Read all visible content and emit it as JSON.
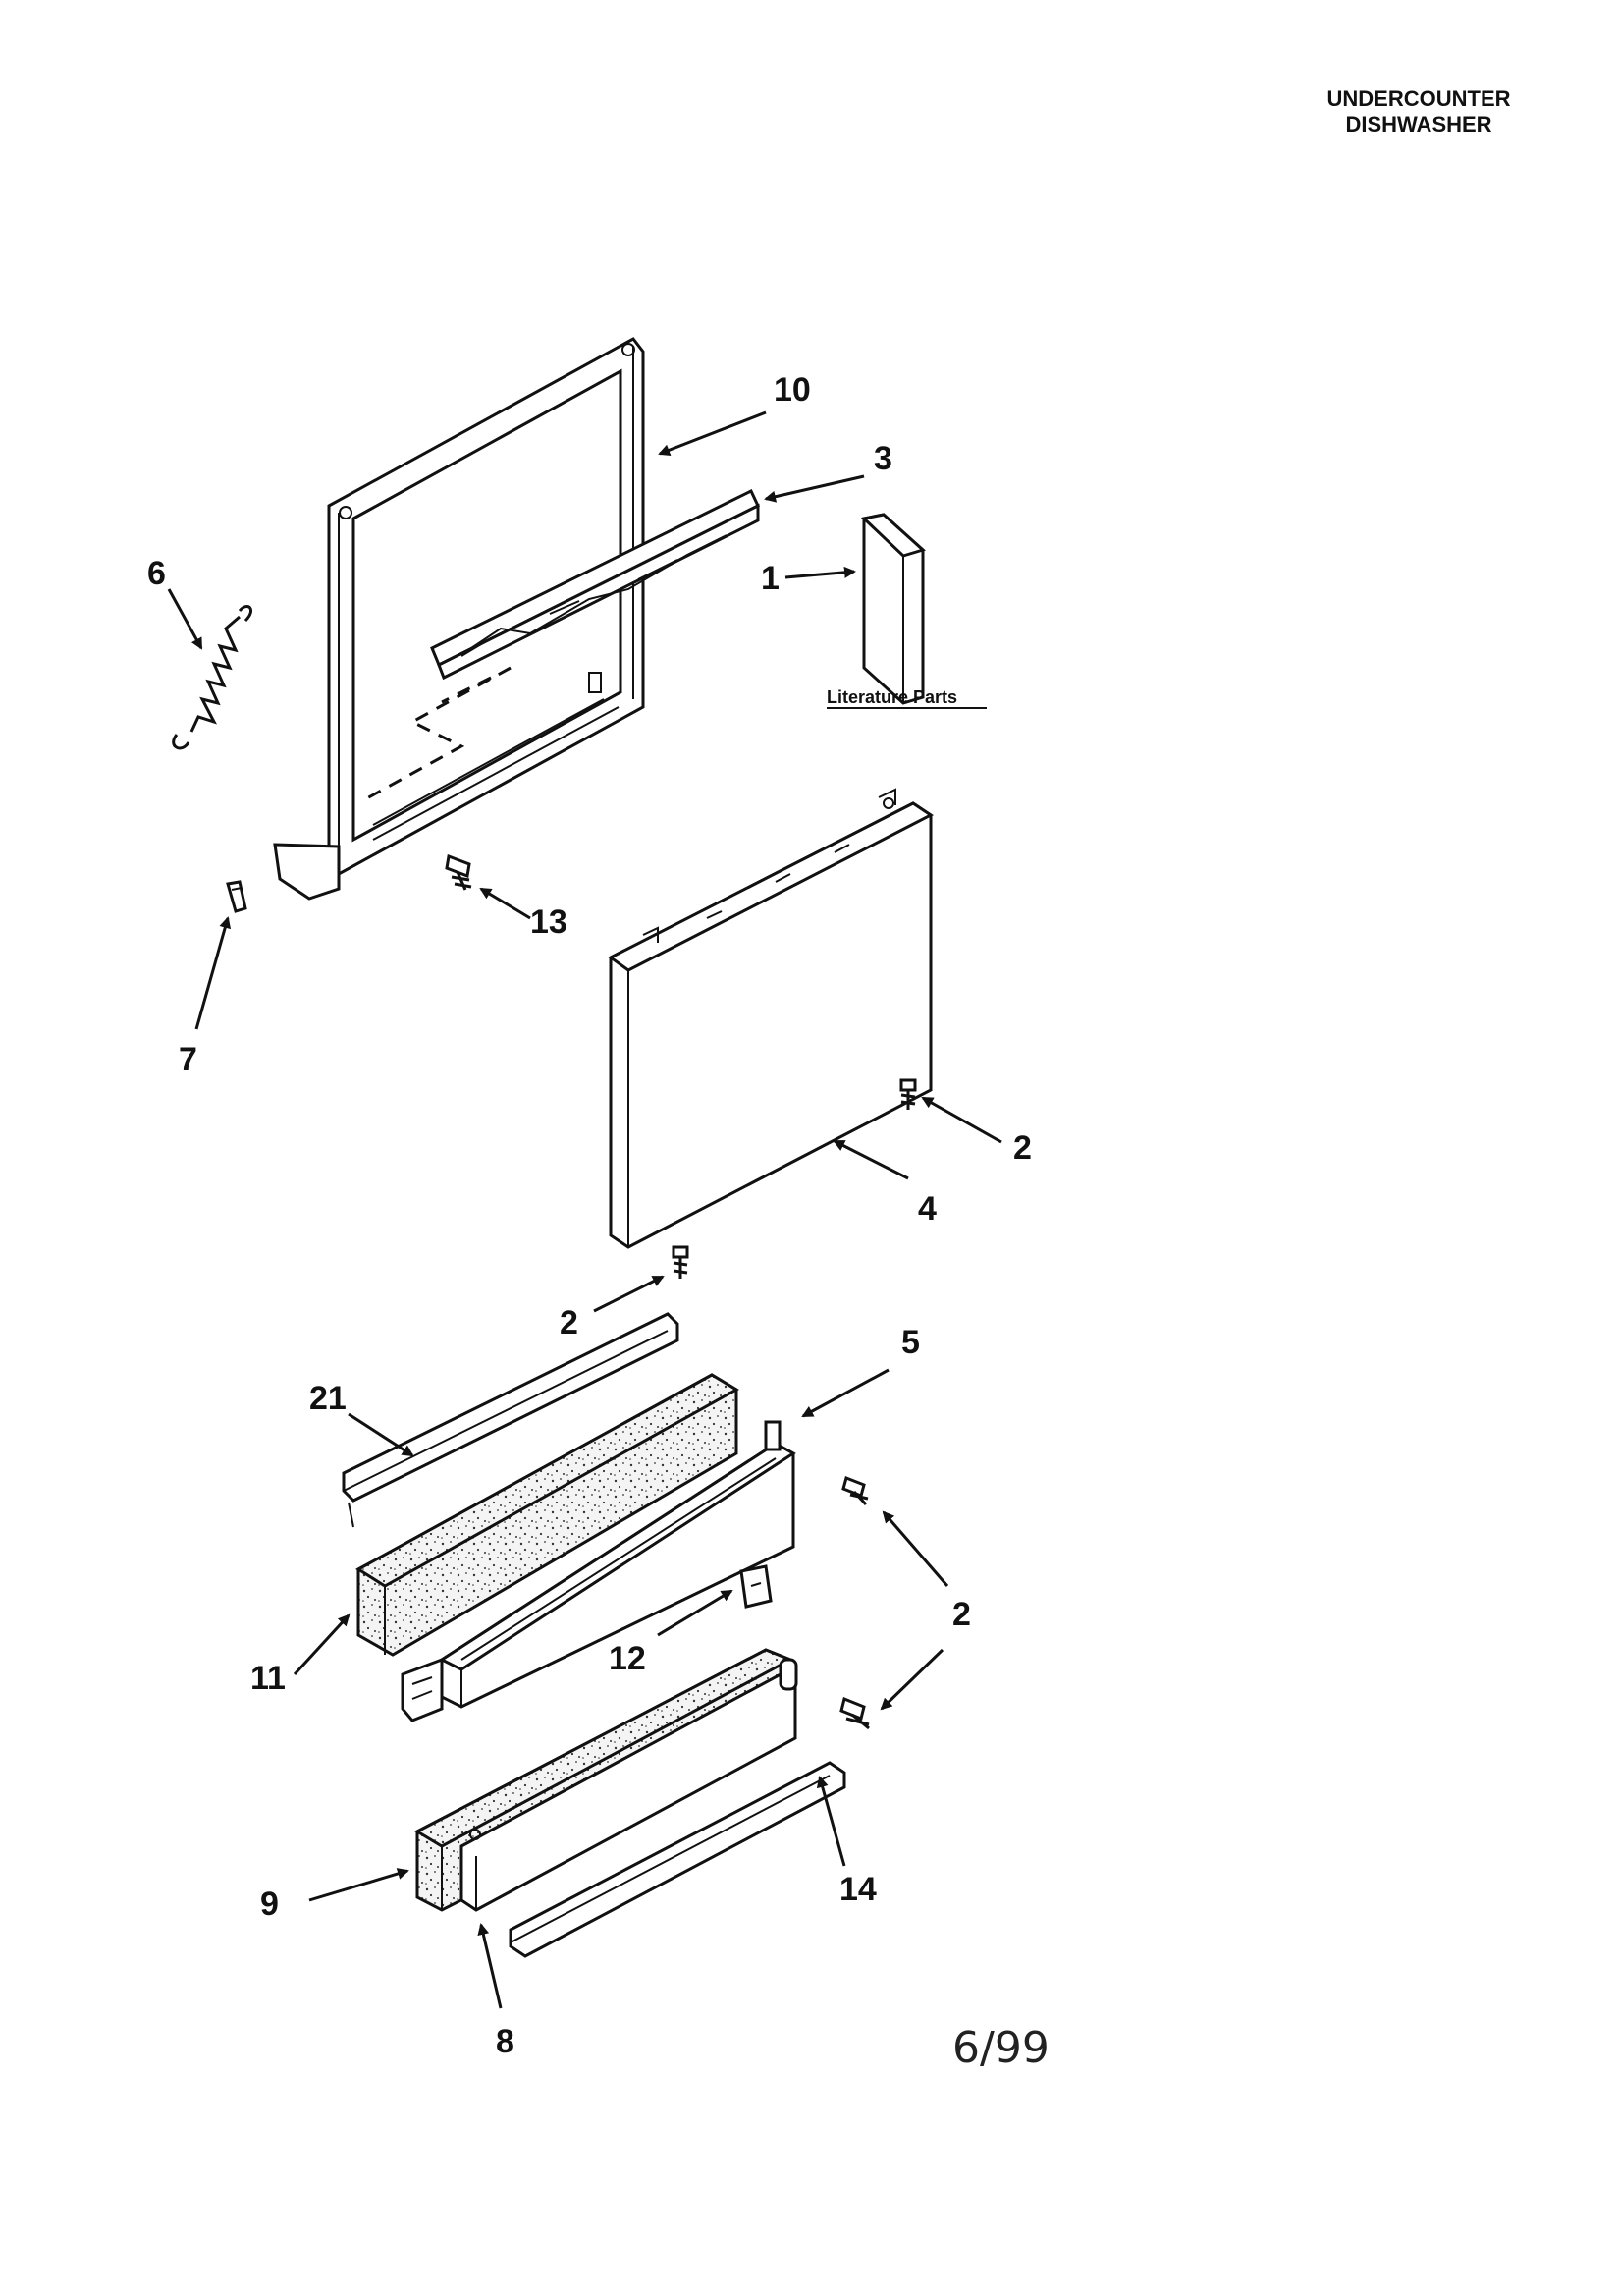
{
  "header": {
    "line1": "UNDERCOUNTER",
    "line2": "DISHWASHER"
  },
  "literature_label": "Literature Parts",
  "date_code": "6/99",
  "callouts": {
    "c10": "10",
    "c3": "3",
    "c6": "6",
    "c1": "1",
    "c13": "13",
    "c7": "7",
    "c2a": "2",
    "c4": "4",
    "c2b": "2",
    "c5": "5",
    "c21": "21",
    "c2c": "2",
    "c11": "11",
    "c12": "12",
    "c9": "9",
    "c14": "14",
    "c8": "8"
  }
}
